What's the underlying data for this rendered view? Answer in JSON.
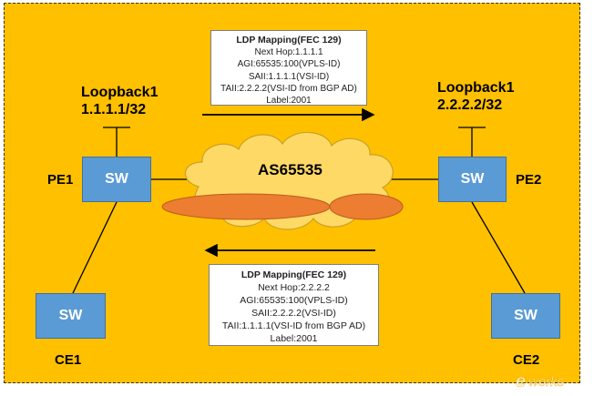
{
  "colors": {
    "background": "#FFC000",
    "switch_fill": "#5B9BD5",
    "cloud_fill": "#FFD966",
    "tunnel_fill": "#ED7D31"
  },
  "upper_loopback": {
    "name": "Loopback1",
    "address": "1.1.1.1/32"
  },
  "right_loopback": {
    "name": "Loopback1",
    "address": "2.2.2.2/32"
  },
  "nodes": {
    "pe1": {
      "label": "PE1",
      "switch": "SW"
    },
    "pe2": {
      "label": "PE2",
      "switch": "SW"
    },
    "ce1": {
      "label": "CE1",
      "switch": "SW"
    },
    "ce2": {
      "label": "CE2",
      "switch": "SW"
    }
  },
  "cloud": {
    "label": "AS65535"
  },
  "top_mapping": {
    "title": "LDP Mapping(FEC 129)",
    "lines": [
      "Next Hop:1.1.1.1",
      "AGI:65535:100(VPLS-ID)",
      "SAII:1.1.1.1(VSI-ID)",
      "TAII:2.2.2.2(VSI-ID from BGP AD)",
      "Label:2001"
    ]
  },
  "bottom_mapping": {
    "title": "LDP Mapping(FEC 129)",
    "lines": [
      "Next Hop:2.2.2.2",
      "AGI:65535:100(VPLS-ID)",
      "SAII:2.2.2.2(VSI-ID)",
      "TAII:1.1.1.1(VSI-ID from BGP AD)",
      "Label:2001"
    ]
  }
}
